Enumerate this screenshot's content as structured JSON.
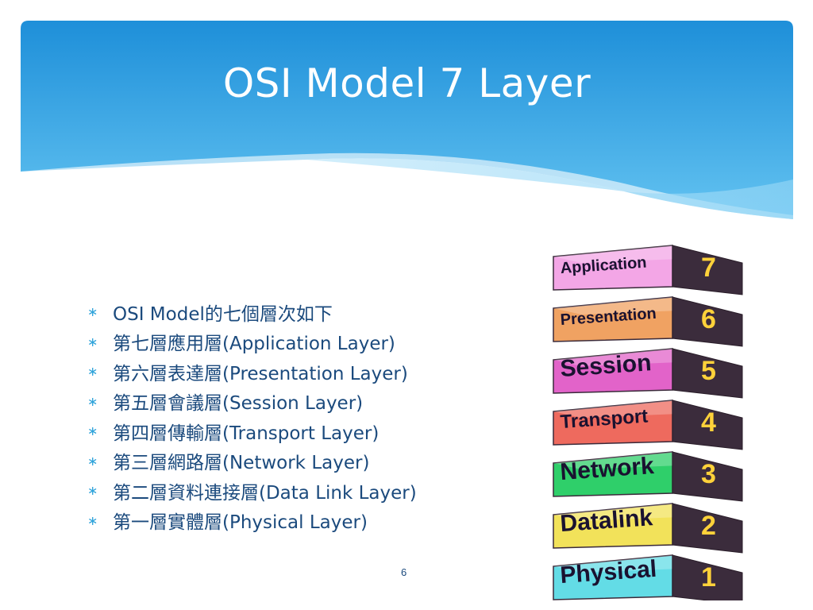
{
  "slide": {
    "title": "OSI Model 7 Layer",
    "page_number": "6",
    "colors": {
      "header_top": "#1e8fd9",
      "header_bottom": "#6fc8f2",
      "text": "#1b4a7d",
      "bullet": "#2fa3da"
    }
  },
  "bullets": [
    "OSI Model的七個層次如下",
    "第七層應用層(Application Layer)",
    "第六層表達層(Presentation Layer)",
    "第五層會議層(Session Layer)",
    "第四層傳輸層(Transport Layer)",
    "第三層網路層(Network Layer)",
    "第二層資料連接層(Data Link Layer)",
    "第一層實體層(Physical Layer)"
  ],
  "layer_stack": [
    {
      "label": "Application",
      "number": "7",
      "color": "#f3a6e6"
    },
    {
      "label": "Presentation",
      "number": "6",
      "color": "#f0a262"
    },
    {
      "label": "Session",
      "number": "5",
      "color": "#e263c9"
    },
    {
      "label": "Transport",
      "number": "4",
      "color": "#ee6a5e"
    },
    {
      "label": "Network",
      "number": "3",
      "color": "#2fcf6a"
    },
    {
      "label": "Datalink",
      "number": "2",
      "color": "#f2e25a"
    },
    {
      "label": "Physical",
      "number": "1",
      "color": "#63dce6"
    }
  ]
}
